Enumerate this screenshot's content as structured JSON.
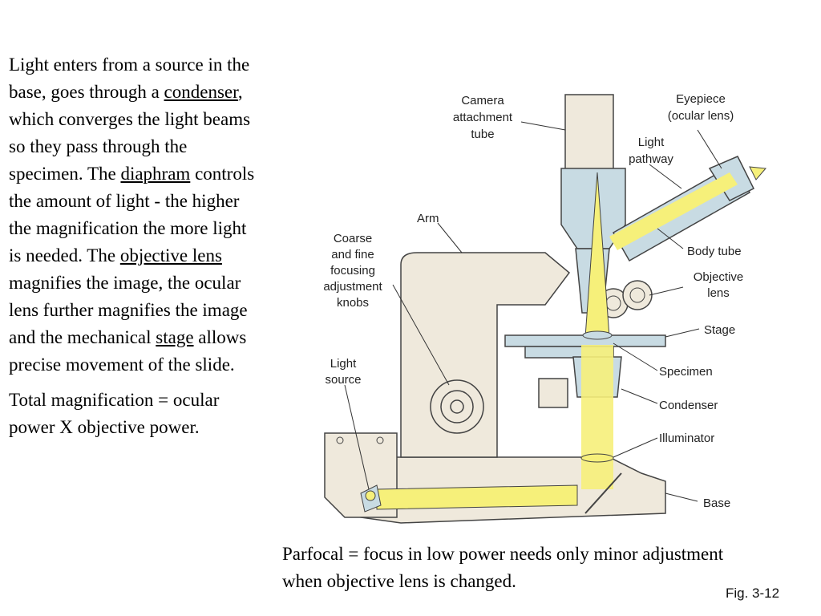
{
  "description": {
    "s1_a": "Light enters from a source in the base, goes through a",
    "s1_term": "condenser",
    "s1_b": ", which converges the light beams so they pass through the specimen.  The",
    "s2_term": "diaphram",
    "s2_b": "controls the amount of light - the higher the magnification the more light is needed.  The",
    "s3_term": "objective lens",
    "s3_b": "magnifies the image, the ocular lens further magnifies the image and the mechanical",
    "s4_term": "stage",
    "s4_b": "allows precise movement of the slide.",
    "total_magnification": "Total magnification = ocular power X objective power."
  },
  "parfocal": "Parfocal = focus in low power needs only minor adjustment when objective lens is changed.",
  "figure_label": "Fig. 3-12",
  "diagram_labels": {
    "camera_1": "Camera",
    "camera_2": "attachment",
    "camera_3": "tube",
    "eyepiece_1": "Eyepiece",
    "eyepiece_2": "(ocular lens)",
    "light_pathway_1": "Light",
    "light_pathway_2": "pathway",
    "arm": "Arm",
    "focus_1": "Coarse",
    "focus_2": "and fine",
    "focus_3": "focusing",
    "focus_4": "adjustment",
    "focus_5": "knobs",
    "body_tube": "Body tube",
    "objective_1": "Objective",
    "objective_2": "lens",
    "stage": "Stage",
    "light_source_1": "Light",
    "light_source_2": "source",
    "specimen": "Specimen",
    "condenser": "Condenser",
    "illuminator": "Illuminator",
    "base": "Base"
  },
  "colors": {
    "body": "#efe9dc",
    "stage_blue": "#c8dbe3",
    "light": "#f6f07a",
    "outline": "#444444"
  }
}
